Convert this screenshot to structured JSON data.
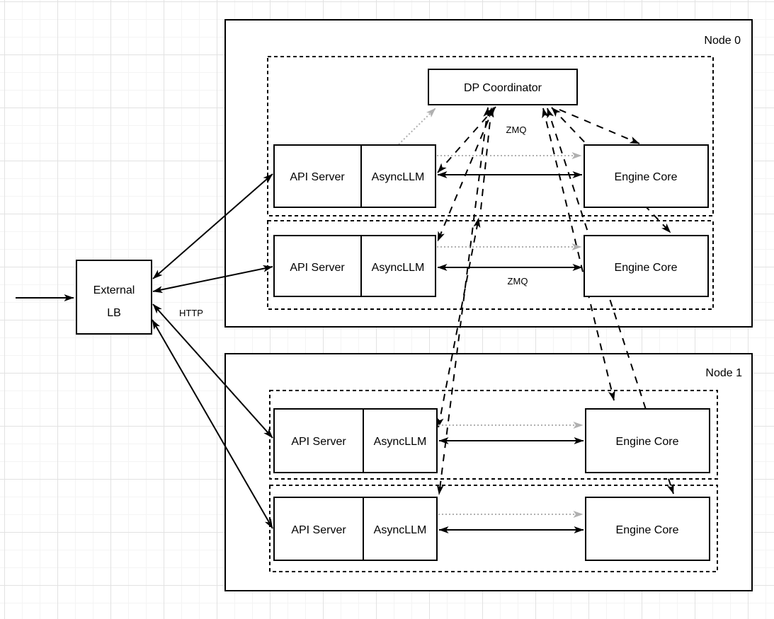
{
  "colors": {
    "stroke": "#000000",
    "gray_arrow": "#b0b0b0",
    "box_fill": "#ffffff",
    "grid_minor": "#f4f4f4",
    "grid_major": "#e2e2e2"
  },
  "external_lb": {
    "line1": "External",
    "line2": "LB"
  },
  "coordinator_label": "DP Coordinator",
  "edge_labels": {
    "http": "HTTP",
    "zmq_top": "ZMQ",
    "zmq_row2": "ZMQ"
  },
  "nodes": [
    {
      "label": "Node 0",
      "replicas": [
        {
          "api_server": "API Server",
          "asyncllm": "AsyncLLM",
          "engine_core": "Engine Core"
        },
        {
          "api_server": "API Server",
          "asyncllm": "AsyncLLM",
          "engine_core": "Engine Core"
        }
      ]
    },
    {
      "label": "Node 1",
      "replicas": [
        {
          "api_server": "API Server",
          "asyncllm": "AsyncLLM",
          "engine_core": "Engine Core"
        },
        {
          "api_server": "API Server",
          "asyncllm": "AsyncLLM",
          "engine_core": "Engine Core"
        }
      ]
    }
  ]
}
